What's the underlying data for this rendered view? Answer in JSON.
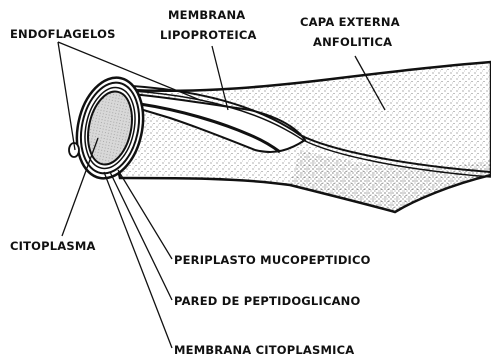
{
  "diagram": {
    "labels": {
      "endoflagelos": "ENDOFLAGELOS",
      "membrana_lipoproteica_line1": "MEMBRANA",
      "membrana_lipoproteica_line2": "LIPOPROTEICA",
      "capa_externa_line1": "CAPA EXTERNA",
      "capa_externa_line2": "ANFOLITICA",
      "citoplasma": "CITOPLASMA",
      "periplasto": "PERIPLASTO MUCOPEPTIDICO",
      "pared": "PARED DE PEPTIDOGLICANO",
      "membrana_citoplasmica": "MEMBRANA CITOPLASMICA"
    },
    "colors": {
      "ink": "#111111",
      "paper": "#ffffff",
      "stipple": "#444444",
      "cytoplasm_fill": "#dcdcdc"
    }
  }
}
